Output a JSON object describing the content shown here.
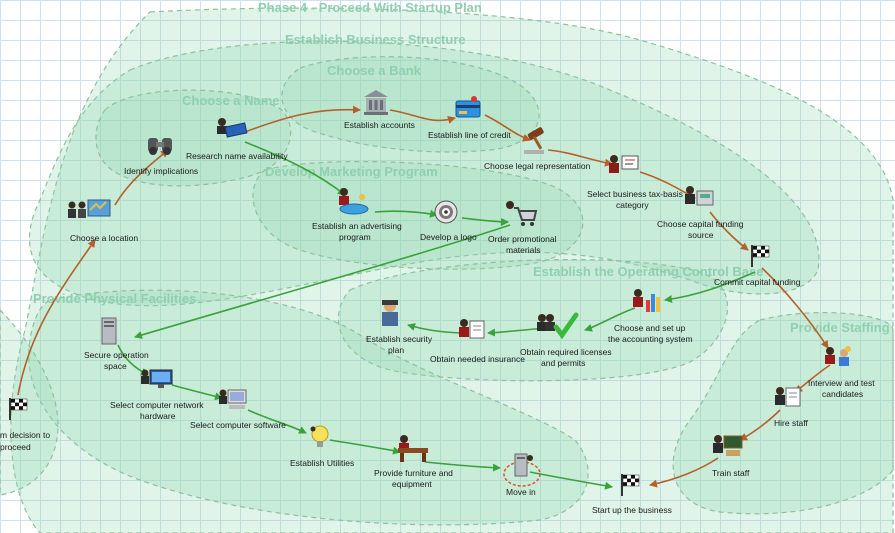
{
  "phase_title": "Phase 4 - Proceed With Startup Plan",
  "regions": {
    "business_structure": "Establish Business Structure",
    "bank": "Choose a Bank",
    "name": "Choose a Name",
    "marketing": "Develop Marketing Program",
    "operating_control": "Establish the Operating Control Base",
    "physical_facilities": "Provide Physical Facilities",
    "staffing": "Provide Staffing"
  },
  "nodes": {
    "decision_line1": "m decision to",
    "decision_line2": "proceed",
    "choose_location": "Choose a location",
    "identify_implications": "Identify implications",
    "research_name": "Research name availability",
    "establish_accounts": "Establish accounts",
    "line_of_credit": "Establish line of credit",
    "legal_representation": "Choose legal representation",
    "tax_basis_line1": "Select business tax-basis",
    "tax_basis_line2": "category",
    "capital_source_line1": "Choose capital funding",
    "capital_source_line2": "source",
    "commit_capital": "Commit capital funding",
    "advertising_line1": "Establish an advertising",
    "advertising_line2": "program",
    "develop_logo": "Develop a logo",
    "promo_line1": "Order promotional",
    "promo_line2": "materials",
    "accounting_line1": "Choose and set up",
    "accounting_line2": "the accounting system",
    "licenses_line1": "Obtain required licenses",
    "licenses_line2": "and permits",
    "insurance": "Obtain needed insurance",
    "security_line1": "Establish security",
    "security_line2": "plan",
    "secure_space_line1": "Secure operation",
    "secure_space_line2": "space",
    "network_line1": "Select computer network",
    "network_line2": "hardware",
    "software": "Select computer software",
    "utilities": "Establish Utilities",
    "furniture_line1": "Provide furniture and",
    "furniture_line2": "equipment",
    "move_in": "Move in",
    "start_business": "Start up the business",
    "interview_line1": "Interview and test",
    "interview_line2": "candidates",
    "hire_staff": "Hire staff",
    "train_staff": "Train staff"
  },
  "colors": {
    "brown_connector": "#b5602a",
    "green_connector": "#3aa23a",
    "region_fill": "#8ed9b0",
    "region_title": "#8fcfb0"
  }
}
